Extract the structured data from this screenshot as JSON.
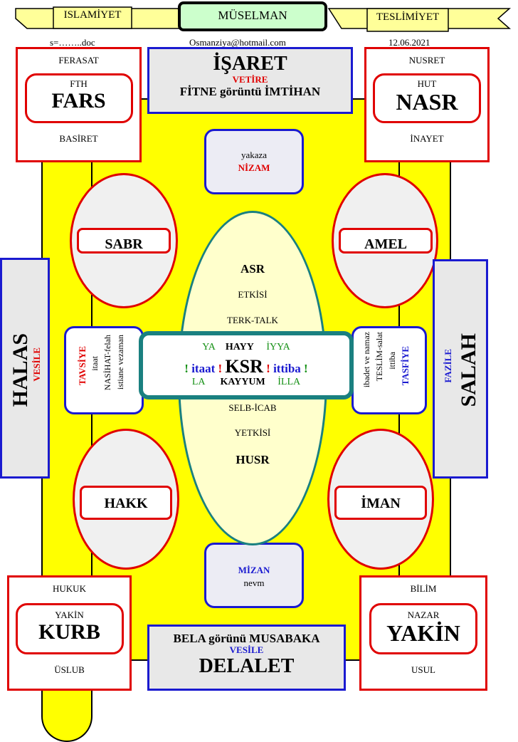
{
  "header": {
    "left_banner": "ISLAMİYET",
    "center": "MÜSELMAN",
    "right_banner": "TESLİMİYET",
    "file": "s=……..doc",
    "email": "Osmanziya@hotmail.com",
    "date": "12.06.2021"
  },
  "top_left": {
    "top": "FERASAT",
    "small": "FTH",
    "big": "FARS",
    "bottom": "BASİRET"
  },
  "top_right": {
    "top": "NUSRET",
    "small": "HUT",
    "big": "NASR",
    "bottom": "İNAYET"
  },
  "bottom_left": {
    "top": "HUKUK",
    "small": "YAKİN",
    "big": "KURB",
    "bottom": "ÜSLUB"
  },
  "bottom_right": {
    "top": "BİLİM",
    "small": "NAZAR",
    "big": "YAKİN",
    "bottom": "USUL"
  },
  "top_center": {
    "title": "İŞARET",
    "sub": "VETİRE",
    "line": "FİTNE görüntü İMTİHAN"
  },
  "bottom_center": {
    "line": "BELA görünü MUSABAKA",
    "sub": "VESİLE",
    "title": "DELALET"
  },
  "nizam": {
    "line1": "yakaza",
    "line2": "NİZAM"
  },
  "mizan": {
    "line1": "MİZAN",
    "line2": "nevm"
  },
  "ovals": {
    "tl": "SABR",
    "tr": "AMEL",
    "bl": "HAKK",
    "br": "İMAN"
  },
  "left_side": {
    "big": "HALAS",
    "small": "VESİLE"
  },
  "right_side": {
    "big": "SALAH",
    "small": "FAZİLE"
  },
  "left_mid": {
    "red": "TAVSİYE",
    "l1": "itaat",
    "l2": "NASİHAT-felah",
    "l3": "istiane vezaman"
  },
  "right_mid": {
    "l1": "ibadet ve namaz",
    "l2": "TESLİM-salat",
    "l3": "ittiba",
    "blue": "TASFİYE"
  },
  "center_oval": {
    "asr": "ASR",
    "etkisi": "ETKİSİ",
    "terk": "TERK-TALK",
    "selb": "SELB-İCAB",
    "yetkisi": "YETKİSİ",
    "husr": "HUSR"
  },
  "center_box": {
    "ya": "YA",
    "hayy": "HAYY",
    "iyya": "İYYA",
    "excl": "!",
    "itaat": "itaat",
    "ksr": "KSR",
    "ittiba": "ittiba",
    "la": "LA",
    "kayyum": "KAYYUM",
    "illa": "İLLA"
  },
  "colors": {
    "yellow": "#ffff00",
    "red": "#e00000",
    "blue": "#1a1ad0",
    "green": "#159015",
    "teal": "#1a8080",
    "cream": "#ffffcc"
  }
}
